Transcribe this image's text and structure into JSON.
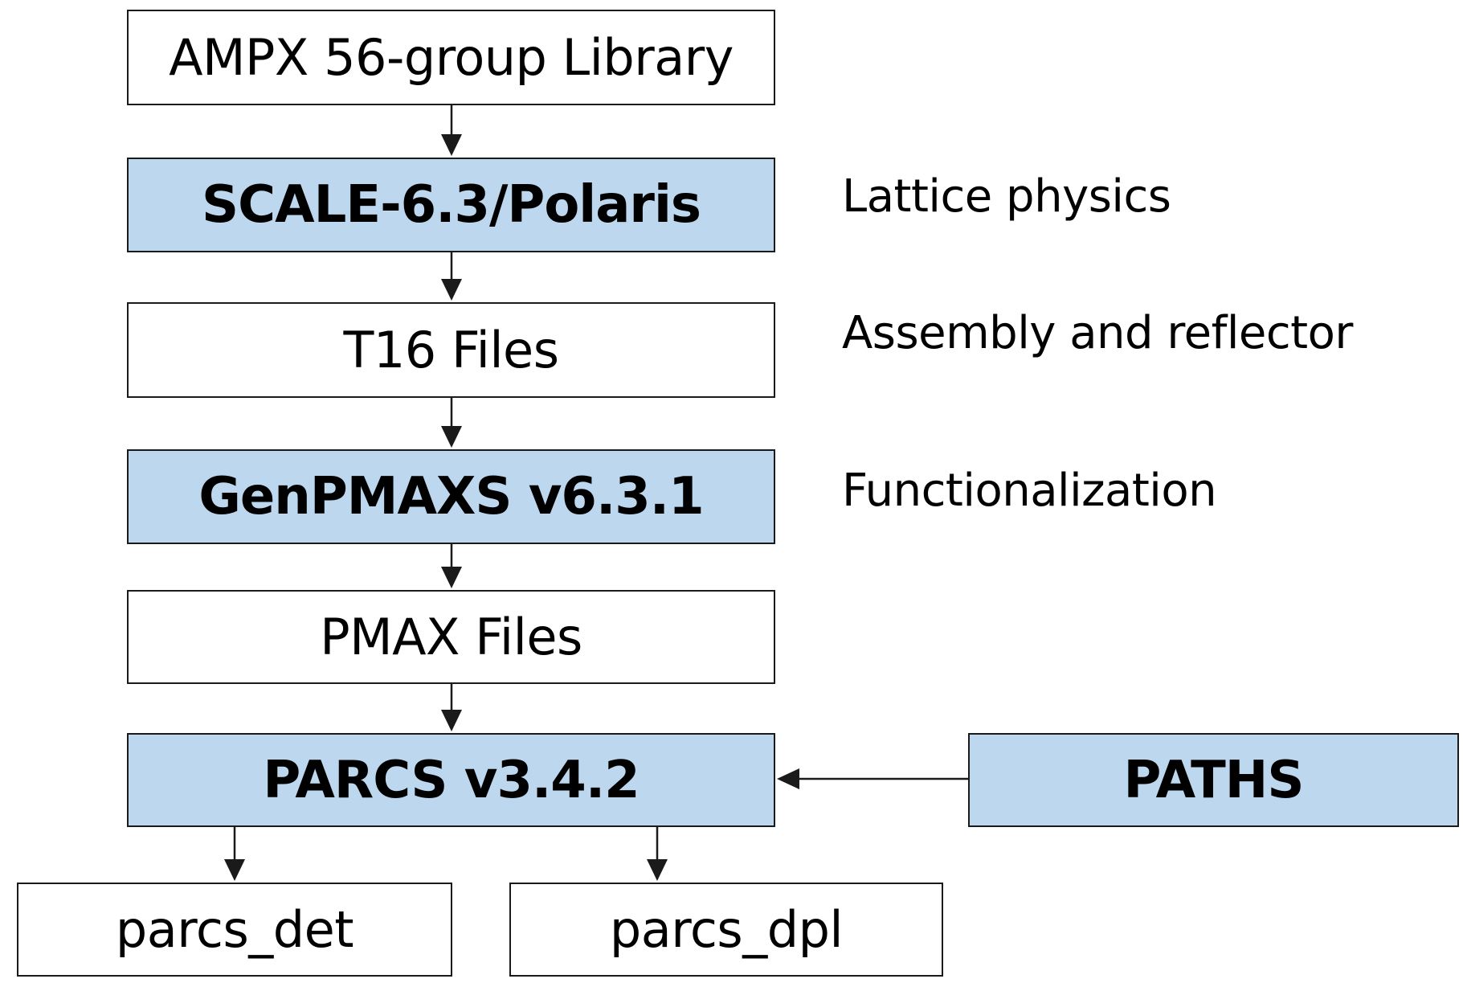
{
  "nodes": {
    "ampx": "AMPX 56-group Library",
    "scale": "SCALE-6.3/Polaris",
    "t16": "T16 Files",
    "genpmaxs": "GenPMAXS v6.3.1",
    "pmax": "PMAX Files",
    "parcs": "PARCS v3.4.2",
    "paths": "PATHS",
    "parcs_det": "parcs_det",
    "parcs_dpl": "parcs_dpl"
  },
  "side_labels": {
    "lattice": "Lattice physics",
    "assembly": "Assembly and reflector",
    "functionalization": "Functionalization"
  },
  "colors": {
    "process_fill": "#bdd7ee",
    "data_fill": "#ffffff",
    "stroke": "#1a1a1a"
  }
}
